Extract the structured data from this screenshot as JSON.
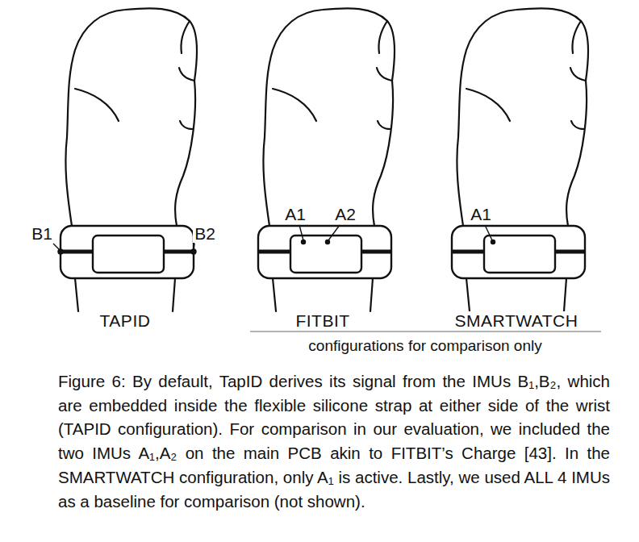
{
  "diagram": {
    "caption": "Figure 6: By default, TapID derives its signal from the IMUs B₁,B₂, which are embedded inside the flexible silicone strap at either side of the wrist (TAPID configuration). For comparison in our evaluation, we included the two IMUs A₁,A₂ on the main PCB akin to FITBIT’s Charge [43]. In the SMARTWATCH configuration, only A₁ is active. Lastly, we used ALL 4 IMUs as a baseline for comparison (not shown).",
    "labels": [
      "B1",
      "B2",
      "A1",
      "A2",
      "A1",
      "TAPID",
      "FITBIT",
      "SMARTWATCH",
      "configurations for comparison only"
    ]
  }
}
